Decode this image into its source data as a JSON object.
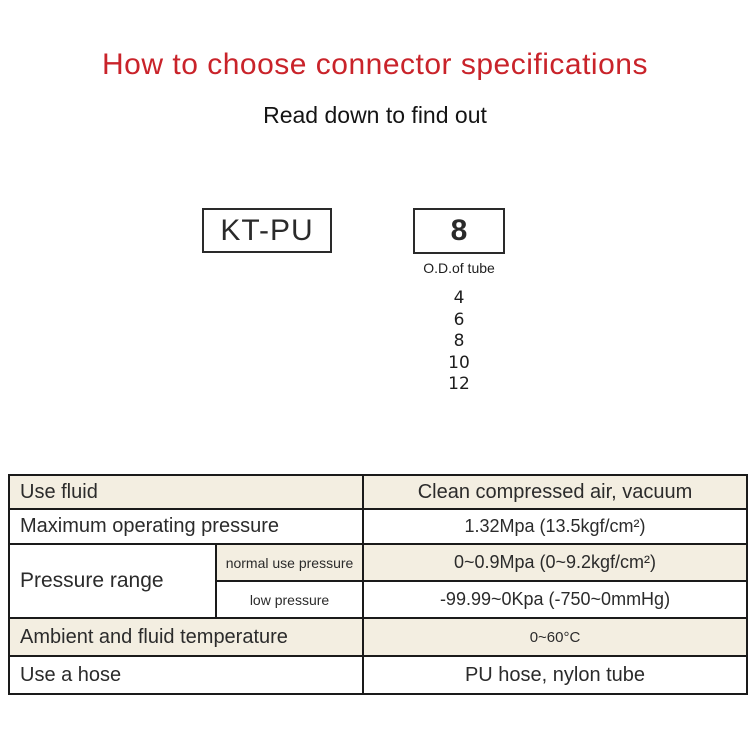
{
  "header": {
    "title": "How to choose connector specifications",
    "subtitle": "Read down to find out"
  },
  "selector": {
    "series_code": "KT-PU",
    "size_code": "8",
    "size_box_label": "O.D.of tube",
    "size_options": [
      "4",
      "6",
      "8",
      "10",
      "12"
    ]
  },
  "spec_table": {
    "rows": [
      {
        "label": "Use fluid",
        "value": "Clean compressed air, vacuum"
      },
      {
        "label": "Maximum operating pressure",
        "value": "1.32Mpa (13.5kgf/cm²)"
      },
      {
        "label": "Pressure range",
        "sub": [
          {
            "label": "normal use pressure",
            "value": "0~0.9Mpa (0~9.2kgf/cm²)"
          },
          {
            "label": "low pressure",
            "value": "-99.99~0Kpa (-750~0mmHg)"
          }
        ]
      },
      {
        "label": "Ambient and fluid temperature",
        "value": "0~60°C"
      },
      {
        "label": "Use a hose",
        "value": "PU hose, nylon tube"
      }
    ]
  },
  "colors": {
    "title_red": "#c9232a",
    "row_shade": "#f3eee1",
    "table_border": "#1a1a1a"
  }
}
